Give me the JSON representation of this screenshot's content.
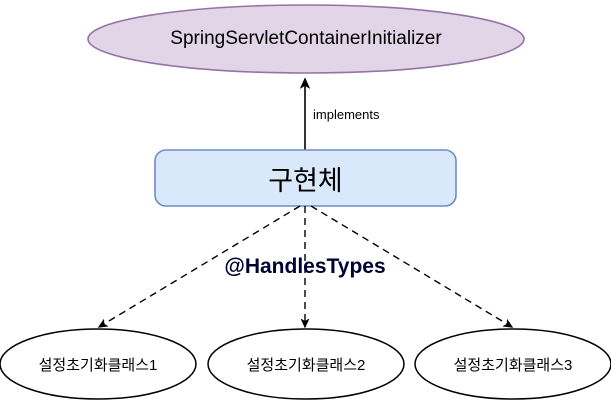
{
  "diagram": {
    "type": "class-hierarchy",
    "background_color": "#ffffff",
    "interface": {
      "label": "SpringServletContainerInitializer",
      "shape": "ellipse",
      "fill_color": "#e1d5e7",
      "stroke_color": "#9673a6",
      "text_color": "#000000"
    },
    "implementation": {
      "label": "구현체",
      "shape": "rounded-rectangle",
      "fill_color": "#dae8fc",
      "stroke_color": "#6c8ebf",
      "text_color": "#000000"
    },
    "edges": {
      "implements": {
        "label": "implements",
        "style": "solid",
        "arrow": "up",
        "stroke_color": "#000000"
      },
      "handles_types": {
        "label": "@HandlesTypes",
        "style": "dashed",
        "arrow": "down",
        "stroke_color": "#000000",
        "text_color": "#000033"
      }
    },
    "leaves": [
      {
        "label": "설정초기화클래스1",
        "shape": "ellipse",
        "fill_color": "#ffffff",
        "stroke_color": "#000000"
      },
      {
        "label": "설정초기화클래스2",
        "shape": "ellipse",
        "fill_color": "#ffffff",
        "stroke_color": "#000000"
      },
      {
        "label": "설정초기화클래스3",
        "shape": "ellipse",
        "fill_color": "#ffffff",
        "stroke_color": "#000000"
      }
    ]
  }
}
